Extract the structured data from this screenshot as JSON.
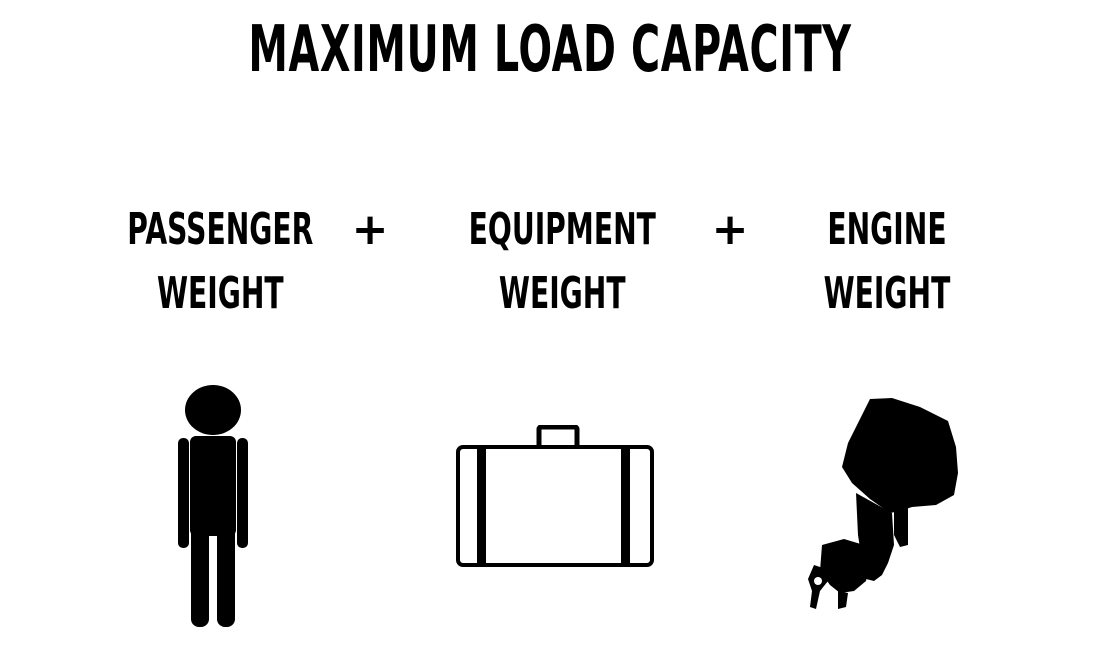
{
  "title": "MAXIMUM LOAD CAPACITY",
  "terms": [
    {
      "line1": "PASSENGER",
      "line2": "WEIGHT",
      "icon": "person-icon"
    },
    {
      "line1": "EQUIPMENT",
      "line2": "WEIGHT",
      "icon": "suitcase-icon"
    },
    {
      "line1": "ENGINE",
      "line2": "WEIGHT",
      "icon": "outboard-engine-icon"
    }
  ],
  "operators": [
    "+",
    "+"
  ],
  "colors": {
    "ink": "#000000",
    "background": "#ffffff"
  }
}
